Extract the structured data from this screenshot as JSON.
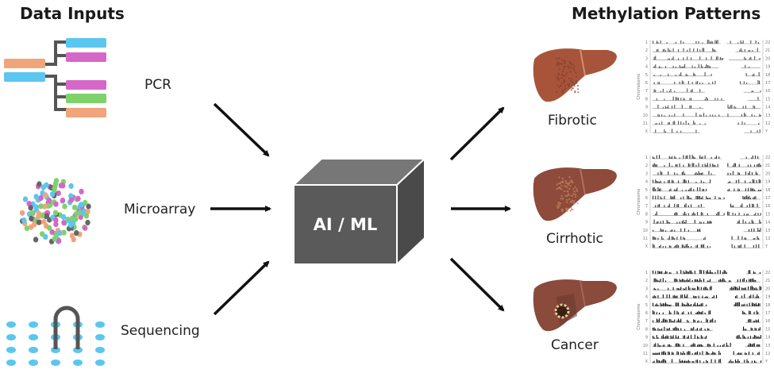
{
  "headings": {
    "inputs": "Data Inputs",
    "outputs": "Methylation Patterns"
  },
  "colors": {
    "blue": "#5bc6f0",
    "magenta": "#d567c8",
    "green": "#7dd36a",
    "orange": "#f0a47a",
    "gray_connector": "#555555",
    "cube_front": "#5a5a5a",
    "cube_top": "#777777",
    "cube_side": "#4a4a4a",
    "liver": "#a8543a",
    "liver_dark": "#8a4a3c",
    "arrow": "#111111"
  },
  "inputs": [
    {
      "label": "PCR",
      "icon": "pcr-tree-icon"
    },
    {
      "label": "Microarray",
      "icon": "microarray-dots-icon"
    },
    {
      "label": "Sequencing",
      "icon": "sequencing-loop-icon"
    }
  ],
  "processor": {
    "label": "AI / ML",
    "icon": "cube-icon"
  },
  "outputs": [
    {
      "label": "Fibrotic",
      "icon": "fibrotic-liver-icon"
    },
    {
      "label": "Cirrhotic",
      "icon": "cirrhotic-liver-icon"
    },
    {
      "label": "Cancer",
      "icon": "cancer-liver-icon"
    }
  ],
  "methylation_plot": {
    "y_axis_label": "Chromosome",
    "left_ticks": [
      "1",
      "2",
      "3",
      "4",
      "5",
      "6",
      "7",
      "8",
      "9",
      "10",
      "11",
      "X"
    ],
    "right_ticks": [
      "22",
      "21",
      "20",
      "19",
      "18",
      "17",
      "16",
      "15",
      "14",
      "13",
      "12",
      "Y"
    ]
  }
}
